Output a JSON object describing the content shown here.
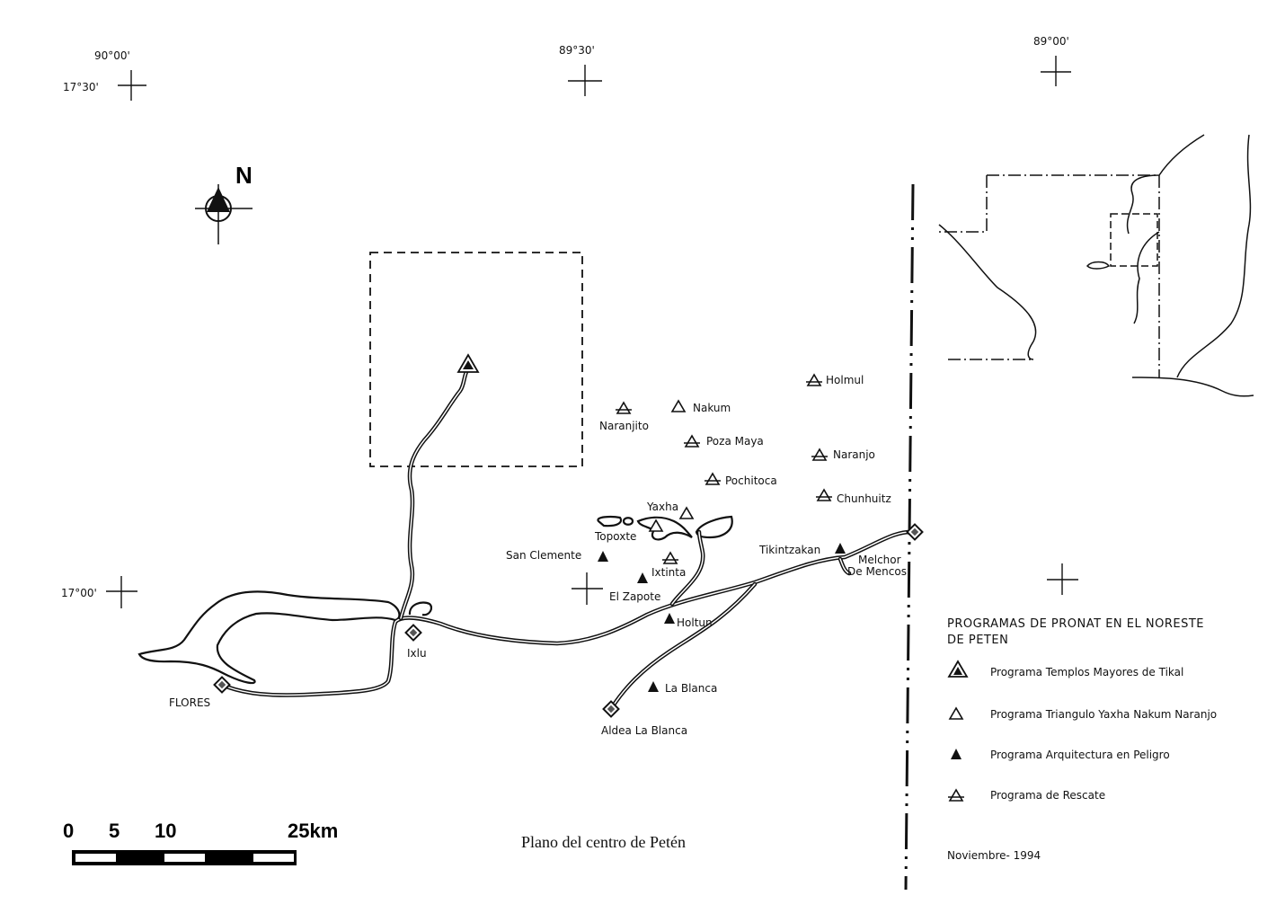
{
  "coordinates": {
    "lon_90_00": "90°00'",
    "lat_17_30": "17°30'",
    "lon_89_30": "89°30'",
    "lon_89_00": "89°00'",
    "lat_17_00": "17°00'"
  },
  "north_arrow": {
    "label": "N"
  },
  "sites": {
    "naranjito": {
      "name": "Naranjito",
      "program": "rescate"
    },
    "nakum": {
      "name": "Nakum",
      "program": "triangulo"
    },
    "poza_maya": {
      "name": "Poza Maya",
      "program": "rescate"
    },
    "holmul": {
      "name": "Holmul",
      "program": "rescate"
    },
    "naranjo": {
      "name": "Naranjo",
      "program": "rescate"
    },
    "pochitoca": {
      "name": "Pochitoca",
      "program": "rescate"
    },
    "chunhuitz": {
      "name": "Chunhuitz",
      "program": "rescate"
    },
    "yaxha": {
      "name": "Yaxha",
      "program": "triangulo"
    },
    "topoxte": {
      "name": "Topoxte",
      "program": "triangulo"
    },
    "ixtinta": {
      "name": "Ixtinta",
      "program": "rescate"
    },
    "san_clemente": {
      "name": "San Clemente",
      "program": "arquitectura"
    },
    "el_zapote": {
      "name": "El Zapote",
      "program": "arquitectura"
    },
    "holtun": {
      "name": "Holtun",
      "program": "arquitectura"
    },
    "la_blanca": {
      "name": "La Blanca",
      "program": "arquitectura"
    },
    "tikintzakan": {
      "name": "Tikintzakan",
      "program": "arquitectura"
    }
  },
  "towns": {
    "flores": "FLORES",
    "ixlu": "Ixlu",
    "aldea_la_blanca": "Aldea La Blanca",
    "melchor_1": "Melchor",
    "melchor_2": "De Mencos"
  },
  "legend": {
    "title_line1": "PROGRAMAS DE PRONAT EN EL NORESTE",
    "title_line2": "DE PETEN",
    "items": [
      {
        "symbol": "double-triangle",
        "label": "Programa Templos Mayores de Tikal"
      },
      {
        "symbol": "open-triangle",
        "label": "Programa Triangulo Yaxha Nakum Naranjo"
      },
      {
        "symbol": "filled-triangle",
        "label": "Programa Arquitectura en Peligro"
      },
      {
        "symbol": "rescate-triangle",
        "label": "Programa de Rescate"
      }
    ],
    "date": "Noviembre- 1994"
  },
  "scale_bar": {
    "ticks": [
      "0",
      "5",
      "10",
      "25km"
    ]
  },
  "title": "Plano del centro de Petén"
}
